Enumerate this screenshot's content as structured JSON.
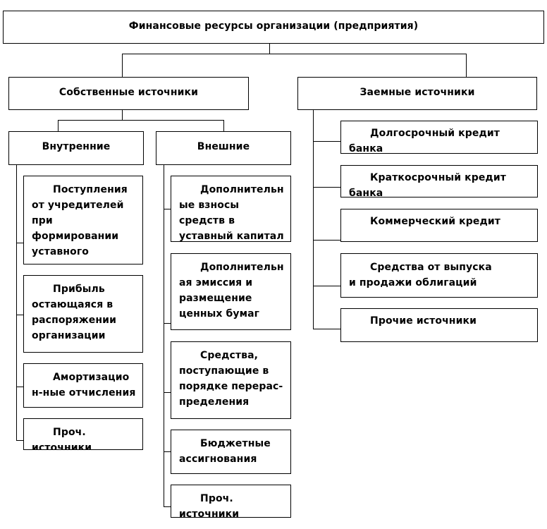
{
  "root": {
    "title": "Финансовые ресурсы организации (предприятия)"
  },
  "own": {
    "title": "Собственные источники"
  },
  "borrowed": {
    "title": "Заемные источники",
    "items": [
      "Долгосрочный кредит банка",
      "Краткосрочный кредит\nбанка",
      "Коммерческий кредит",
      "Средства от выпуска\nи продажи облигаций",
      "Прочие источники"
    ]
  },
  "internal": {
    "title": "Внутренние",
    "items": [
      "Поступления\nот учредителей\nпри\nформировании\nуставного",
      "Прибыль\nостающаяся в\nраспоряжении\nорганизации",
      "Амортизацио\nн-ные отчисления",
      "Проч.\nисточники"
    ]
  },
  "external": {
    "title": "Внешние",
    "items": [
      "Дополнительн\nые взносы\nсредств в\nуставный капитал",
      "Дополнительн\nая эмиссия и\nразмещение\nценных бумаг",
      "Средства,\nпоступающие в\nпорядке перерас-\nпределения",
      "Бюджетные\nассигнования",
      "Проч.\nисточники"
    ]
  }
}
